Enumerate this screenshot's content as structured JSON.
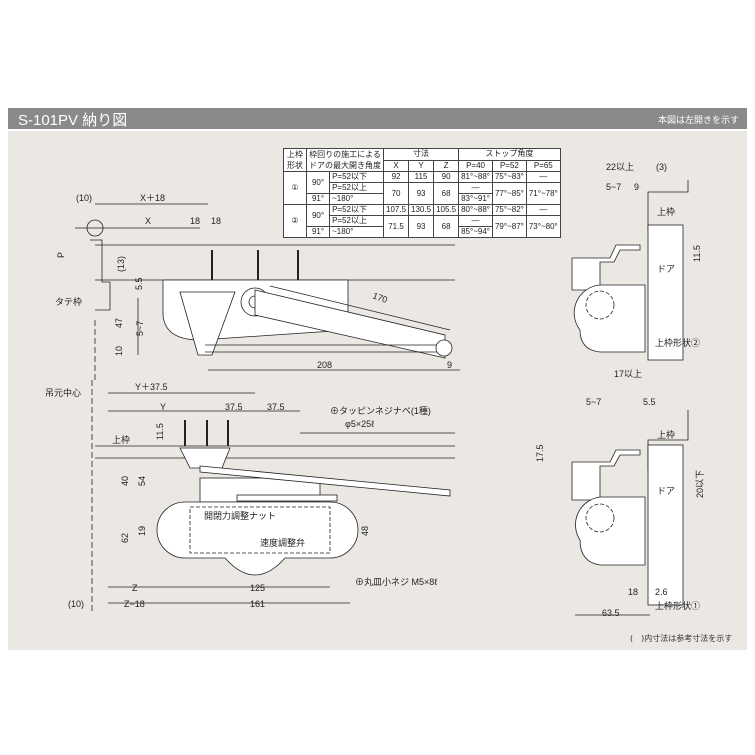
{
  "header": {
    "title": "S-101PV 納り図",
    "note": "本図は左開きを示す"
  },
  "table": {
    "h_shape": "上枠形状",
    "h_shape2": "",
    "h_angle": "枠回りの施工によるドアの最大開き角度",
    "h_dims": "寸法",
    "h_stop": "ストップ角度",
    "cols": [
      "X",
      "Y",
      "Z",
      "P=40",
      "P=52",
      "P=65"
    ],
    "groups": [
      {
        "shape": "①",
        "a90": "90°",
        "r1": "P=52以下",
        "r2": "P=52以上",
        "a91": "91°",
        "r3": "~180°",
        "xyz1": [
          "92",
          "115",
          "90"
        ],
        "xyz2": [
          "70",
          "93",
          "68"
        ],
        "p40a": "81°~88°",
        "p52a": "75°~83°",
        "p65a": "—",
        "p40b": "—",
        "p40c": "83°~91°",
        "p52b": "77°~85°",
        "p65b": "71°~78°"
      },
      {
        "shape": "②",
        "a90": "90°",
        "r1": "P=52以下",
        "r2": "P=52以上",
        "a91": "91°",
        "r3": "~180°",
        "xyz1": [
          "107.5",
          "130.5",
          "105.5"
        ],
        "xyz2": [
          "71.5",
          "93",
          "68"
        ],
        "p40a": "80°~88°",
        "p52a": "75°~82°",
        "p65a": "—",
        "p40b": "—",
        "p40c": "85°~94°",
        "p52b": "79°~87°",
        "p65b": "73°~80°"
      }
    ]
  },
  "top_view": {
    "d10": "(10)",
    "x18": "X＋18",
    "x": "X",
    "a18": "18",
    "b18": "18",
    "p": "P",
    "d13": "(13)",
    "d55": "5.5",
    "d47": "47",
    "d57": "5~7",
    "d10b": "10",
    "d208": "208",
    "d170": "170",
    "d9": "9",
    "frame": "タテ枠"
  },
  "bottom_view": {
    "pivot": "吊元中心",
    "y375": "Y＋37.5",
    "y": "Y",
    "a375": "37.5",
    "b375": "37.5",
    "screw1": "⊕タッピンネジナベ(1種)",
    "screw1b": "φ5×25ℓ",
    "head": "上枠",
    "d115": "11.5",
    "d40": "40",
    "d54": "54",
    "d62": "62",
    "d19": "19",
    "d48": "48",
    "nut": "開閉力調整ナット",
    "valve": "速度調整弁",
    "screw2": "⊕丸皿小ネジ M5×8ℓ",
    "z": "Z",
    "d125": "125",
    "d10": "(10)",
    "z18": "Z−18",
    "d161": "161"
  },
  "side2": {
    "d22": "22以上",
    "d3": "(3)",
    "d57": "5~7",
    "d9": "9",
    "head": "上枠",
    "door": "ドア",
    "d115": "11.5",
    "caption": "上枠形状②"
  },
  "side1": {
    "d17": "17以上",
    "d57": "5~7",
    "d55": "5.5",
    "head": "上枠",
    "d175": "17.5",
    "door": "ドア",
    "d20": "20以下",
    "d18": "18",
    "d26": "2.6",
    "caption": "上枠形状①",
    "d635": "63.5"
  },
  "footer": "(　)内寸法は参考寸法を示す"
}
